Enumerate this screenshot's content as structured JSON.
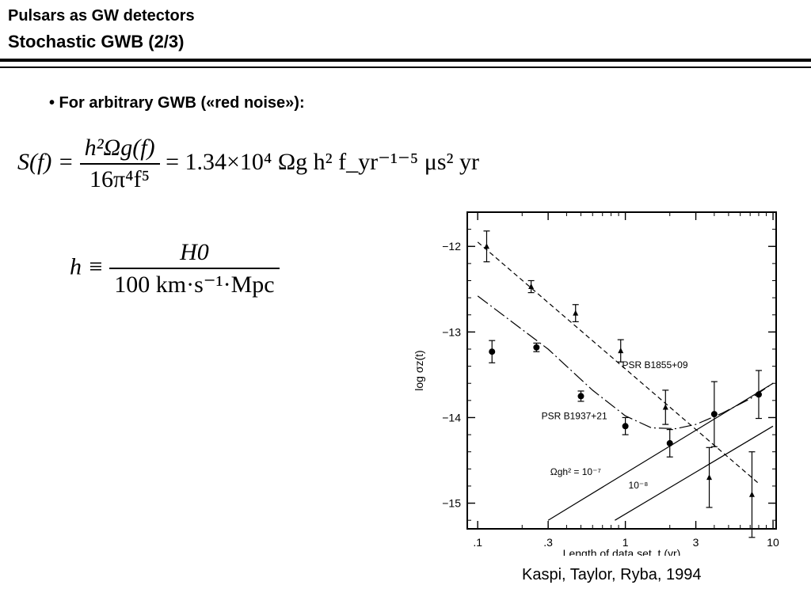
{
  "slide": {
    "title_line1": "Pulsars as GW detectors",
    "title_line2": "Stochastic GWB (2/3)",
    "bullet_text": "• For arbitrary GWB («red noise»):",
    "citation": "Kaspi, Taylor, Ryba, 1994"
  },
  "equations": {
    "spectrum": {
      "lhs": "S(f) =",
      "numerator": "h²Ωg(f)",
      "denominator": "16π⁴f⁵",
      "rhs": "= 1.34×10⁴ Ωg h² f_yr⁻¹⁻⁵ μs² yr"
    },
    "hubble": {
      "lhs": "h ≡",
      "numerator": "H0",
      "denominator": "100 km·s⁻¹·Mpc"
    }
  },
  "chart_data": {
    "type": "scatter",
    "xlabel": "Length of data set, t (yr)",
    "ylabel": "log σz(t)",
    "x_scale": "log",
    "xlim": [
      0.085,
      10.5
    ],
    "ylim": [
      -15.3,
      -11.6
    ],
    "x_ticks": [
      {
        "value": 0.1,
        "label": ".1"
      },
      {
        "value": 0.3,
        "label": ".3"
      },
      {
        "value": 1,
        "label": "1"
      },
      {
        "value": 3,
        "label": "3"
      },
      {
        "value": 10,
        "label": "10"
      }
    ],
    "y_ticks": [
      {
        "value": -12,
        "label": "−12"
      },
      {
        "value": -13,
        "label": "−13"
      },
      {
        "value": -14,
        "label": "−14"
      },
      {
        "value": -15,
        "label": "−15"
      }
    ],
    "series": [
      {
        "name": "PSR B1855+09",
        "marker": "triangle",
        "points": [
          {
            "x": 0.115,
            "y": -12.0,
            "err": 0.18
          },
          {
            "x": 0.23,
            "y": -12.47,
            "err": 0.07
          },
          {
            "x": 0.46,
            "y": -12.78,
            "err": 0.1
          },
          {
            "x": 0.93,
            "y": -13.22,
            "err": 0.13
          },
          {
            "x": 1.87,
            "y": -13.88,
            "err": 0.2
          },
          {
            "x": 3.7,
            "y": -14.7,
            "err": 0.35
          },
          {
            "x": 7.2,
            "y": -14.9,
            "err": 0.5
          }
        ]
      },
      {
        "name": "PSR B1937+21",
        "marker": "circle",
        "points": [
          {
            "x": 0.125,
            "y": -13.23,
            "err": 0.13
          },
          {
            "x": 0.25,
            "y": -13.18,
            "err": 0.05
          },
          {
            "x": 0.5,
            "y": -13.75,
            "err": 0.06
          },
          {
            "x": 1.0,
            "y": -14.1,
            "err": 0.1
          },
          {
            "x": 2.0,
            "y": -14.3,
            "err": 0.16
          },
          {
            "x": 4.0,
            "y": -13.96,
            "err": 0.38
          },
          {
            "x": 8.0,
            "y": -13.73,
            "err": 0.28
          }
        ]
      }
    ],
    "curves": [
      {
        "style": "dashed",
        "points": [
          [
            0.1,
            -11.95
          ],
          [
            8.0,
            -14.77
          ]
        ]
      },
      {
        "style": "longdash",
        "points": [
          [
            0.1,
            -12.58
          ],
          [
            0.3,
            -13.2
          ],
          [
            0.6,
            -13.68
          ],
          [
            1.0,
            -13.98
          ],
          [
            1.5,
            -14.12
          ],
          [
            2.2,
            -14.13
          ],
          [
            3.0,
            -14.08
          ],
          [
            4.5,
            -13.95
          ],
          [
            7.0,
            -13.78
          ],
          [
            10.0,
            -13.6
          ]
        ]
      },
      {
        "style": "solid",
        "points": [
          [
            0.3,
            -15.2
          ],
          [
            10.0,
            -13.6
          ]
        ]
      },
      {
        "style": "solid",
        "points": [
          [
            0.85,
            -15.2
          ],
          [
            10.0,
            -14.1
          ]
        ]
      }
    ],
    "annotations": [
      {
        "text": "PSR B1855+09",
        "x": 0.95,
        "y": -13.42
      },
      {
        "text": "PSR B1937+21",
        "x": 0.27,
        "y": -14.02
      },
      {
        "text": "Ωgh² = 10⁻⁷",
        "x": 0.31,
        "y": -14.67
      },
      {
        "text": "10⁻⁸",
        "x": 1.05,
        "y": -14.83
      }
    ]
  }
}
